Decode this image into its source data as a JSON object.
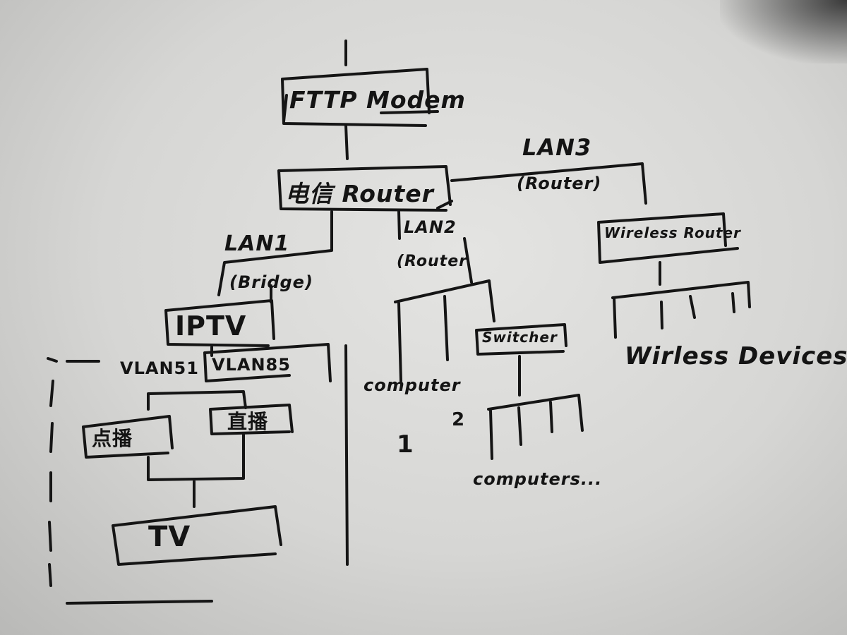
{
  "nodes": {
    "fttp_modem": "FTTP Modem",
    "router": "电信 Router",
    "iptv": "IPTV",
    "vod": "点播",
    "live": "直播",
    "tv": "TV",
    "switcher": "Switcher",
    "wireless_router": "Wireless Router"
  },
  "links": {
    "lan1": "LAN1",
    "lan1_mode": "(Bridge)",
    "lan2": "LAN2",
    "lan2_mode": "(Router",
    "lan3": "LAN3",
    "lan3_mode": "(Router)",
    "vlan51": "VLAN51",
    "vlan85": "VLAN85"
  },
  "endpoints": {
    "computer_1_label": "computer",
    "computer_1_number": "1",
    "computer_2_number": "2",
    "computers": "computers...",
    "wireless_devices": "Wirless Devices"
  }
}
